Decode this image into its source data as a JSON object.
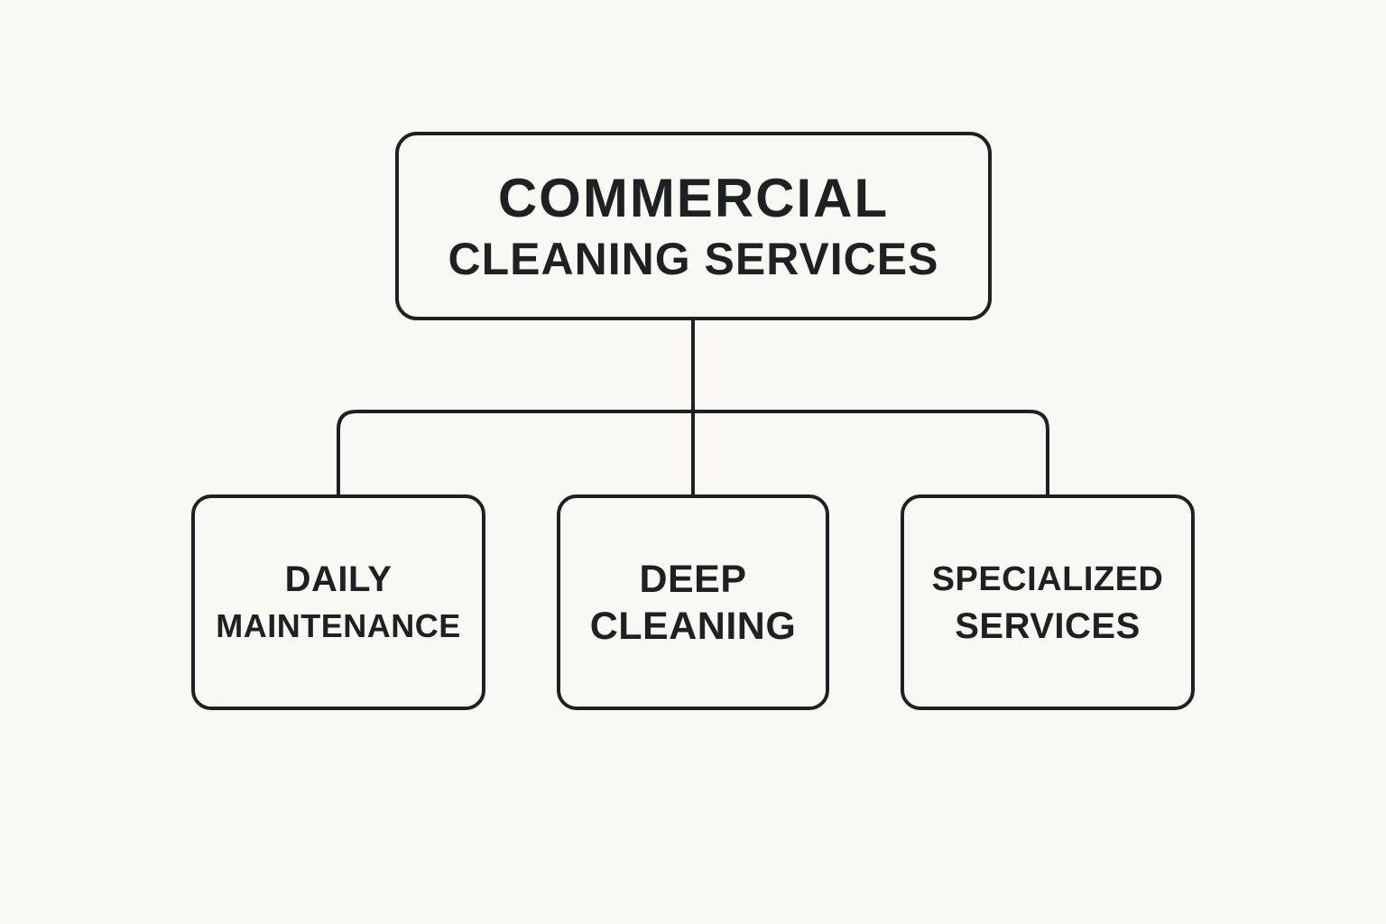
{
  "root": {
    "line1": "COMMERCIAL",
    "line2": "CLEANING SERVICES"
  },
  "children": [
    {
      "line1": "DAILY",
      "line2": "MAINTENANCE"
    },
    {
      "line1": "DEEP",
      "line2": "CLEANING"
    },
    {
      "line1": "SPECIALIZED",
      "line2": "SERVICES"
    }
  ],
  "colors": {
    "background": "#f9f8f3",
    "stroke": "#1d2124",
    "text": "#1d2124"
  }
}
